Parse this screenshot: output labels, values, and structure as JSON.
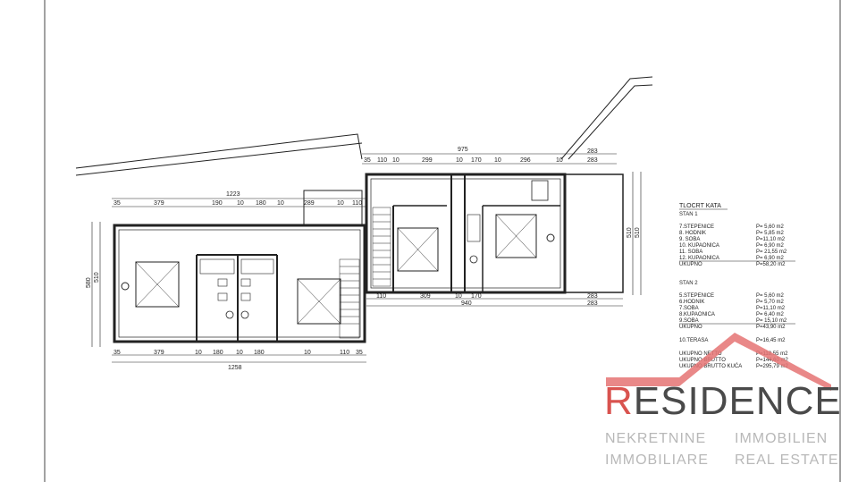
{
  "plan": {
    "overall_dims": {
      "top": "975",
      "left_row": "1223",
      "bottom": "1258",
      "right_bottom": "940"
    },
    "top_segments": [
      "35",
      "110",
      "10",
      "299",
      "10",
      "170",
      "10",
      "296",
      "10",
      "283",
      "283"
    ],
    "left_segments": [
      "35",
      "379",
      "190",
      "10",
      "180",
      "10",
      "289",
      "10",
      "110"
    ],
    "bottom_segments": [
      "35",
      "379",
      "10",
      "180",
      "10",
      "180",
      "10",
      "110",
      "35"
    ],
    "mid_segments": [
      "110",
      "309",
      "10",
      "170"
    ],
    "right_mid": "283",
    "vertical_dims": [
      "510",
      "580",
      "510"
    ]
  },
  "legend": {
    "title": "TLOCRT KATA",
    "stan1_title": "STAN 1",
    "stan1_rows": [
      {
        "name": "7.STEPENICE",
        "value": "P= 5,60 m2"
      },
      {
        "name": "8. HODNIK",
        "value": "P= 5,85 m2"
      },
      {
        "name": "9. SOBA",
        "value": "P=11,10 m2"
      },
      {
        "name": "10. KUPAONICA",
        "value": "P= 6,90 m2"
      },
      {
        "name": "11. SOBA",
        "value": "P= 21,55 m2"
      },
      {
        "name": "12. KUPAONICA",
        "value": "P= 6,90 m2"
      }
    ],
    "stan1_total": {
      "name": "UKUPNO",
      "value": "P=58,20 m2"
    },
    "stan2_title": "STAN 2",
    "stan2_rows": [
      {
        "name": "5.STEPENICE",
        "value": "P= 5,60 m2"
      },
      {
        "name": "6.HODNIK",
        "value": "P= 5,70 m2"
      },
      {
        "name": "7.SOBA",
        "value": "P=11,10 m2"
      },
      {
        "name": "8.KUPAONICA",
        "value": "P= 6,40 m2"
      },
      {
        "name": "9.SOBA",
        "value": "P= 15,10 m2"
      }
    ],
    "stan2_total": {
      "name": "UKUPNO",
      "value": "P=43,90 m2"
    },
    "terrace": {
      "name": "10.TERASA",
      "value": "P=16,45 m2"
    },
    "totals": [
      {
        "name": "UKUPNO NETTO",
        "value": "P=118,55 m2"
      },
      {
        "name": "UKUPNO BRUTTO",
        "value": "P=144,60 m2"
      },
      {
        "name": "UKUPNO BRUTTO KUĆA",
        "value": "P=295,79 m2"
      }
    ]
  },
  "logo": {
    "r_letter": "R",
    "rest": "ESIDENCE",
    "sub_left_1": "NEKRETNINE",
    "sub_right_1": "IMMOBILIEN",
    "sub_left_2": "IMMOBILIARE",
    "sub_right_2": "REAL ESTATE",
    "accent_color": "#d9534f",
    "text_color": "#4a4a4a"
  }
}
